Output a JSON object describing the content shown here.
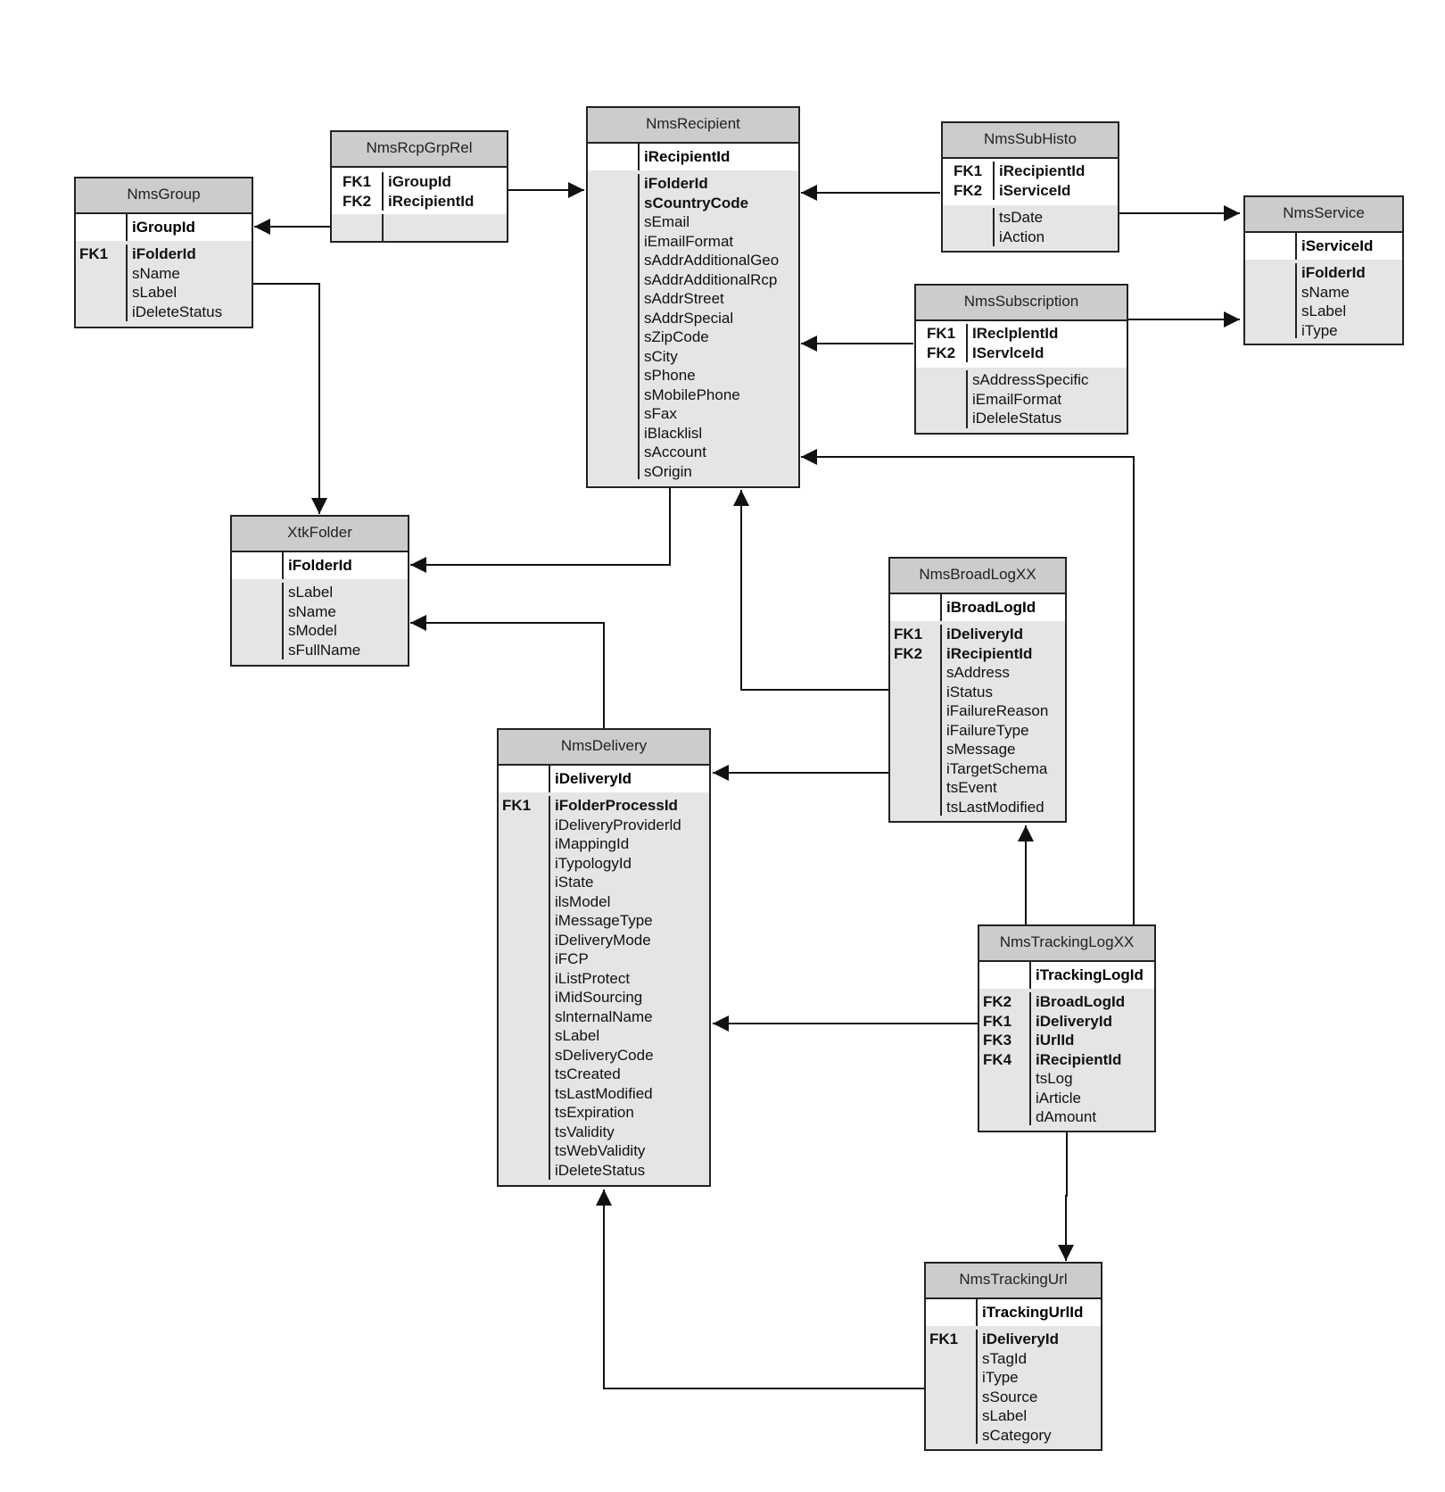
{
  "entities": [
    {
      "id": "NmsGroup",
      "title": "NmsGroup",
      "pk": "iGroupId",
      "keys": [
        "FK1"
      ],
      "fields": [
        {
          "t": "iFolderId",
          "b": true
        },
        {
          "t": "sName"
        },
        {
          "t": "sLabel"
        },
        {
          "t": "iDeleteStatus"
        }
      ]
    },
    {
      "id": "NmsRcpGrpRel",
      "title": "NmsRcpGrpRel",
      "pk": null,
      "keys": [
        "FK1",
        "FK2"
      ],
      "fields": [
        {
          "t": "iGroupId",
          "b": true
        },
        {
          "t": "iRecipientId",
          "b": true
        }
      ]
    },
    {
      "id": "NmsRecipient",
      "title": "NmsRecipient",
      "pk": "iRecipientId",
      "keys": [],
      "fields": [
        {
          "t": "iFolderId",
          "b": true
        },
        {
          "t": "sCountryCode",
          "b": true
        },
        {
          "t": "sEmail"
        },
        {
          "t": "iEmailFormat"
        },
        {
          "t": "sAddrAdditionalGeo"
        },
        {
          "t": "sAddrAdditionalRcp"
        },
        {
          "t": "sAddrStreet"
        },
        {
          "t": "sAddrSpecial"
        },
        {
          "t": "sZipCode"
        },
        {
          "t": "sCity"
        },
        {
          "t": "sPhone"
        },
        {
          "t": "sMobilePhone"
        },
        {
          "t": "sFax"
        },
        {
          "t": "iBlacklisl"
        },
        {
          "t": "sAccount"
        },
        {
          "t": "sOrigin"
        }
      ]
    },
    {
      "id": "NmsSubHisto",
      "title": "NmsSubHisto",
      "pk": null,
      "keys": [
        "FK1",
        "FK2"
      ],
      "fields": [
        {
          "t": "iRecipientId",
          "b": true
        },
        {
          "t": "iServiceId",
          "b": true
        }
      ],
      "fields2": [
        {
          "t": "tsDate"
        },
        {
          "t": "iAction"
        }
      ]
    },
    {
      "id": "NmsService",
      "title": "NmsService",
      "pk": "iServiceId",
      "keys": [],
      "fields": [
        {
          "t": "iFolderId",
          "b": true
        },
        {
          "t": "sName"
        },
        {
          "t": "sLabel"
        },
        {
          "t": "iType"
        }
      ]
    },
    {
      "id": "NmsSubscription",
      "title": "NmsSubscription",
      "pk": null,
      "keys": [
        "FK1",
        "FK2"
      ],
      "fields": [
        {
          "t": "IReclplentId",
          "b": true
        },
        {
          "t": "IServlceId",
          "b": true
        }
      ],
      "fields2": [
        {
          "t": "sAddressSpecific"
        },
        {
          "t": "iEmailFormat"
        },
        {
          "t": "iDeleleStatus"
        }
      ]
    },
    {
      "id": "XtkFolder",
      "title": "XtkFolder",
      "pk": "iFolderId",
      "keys": [],
      "fields": [
        {
          "t": "sLabel"
        },
        {
          "t": "sName"
        },
        {
          "t": "sModel"
        },
        {
          "t": "sFullName"
        }
      ]
    },
    {
      "id": "NmsBroadLogXX",
      "title": "NmsBroadLogXX",
      "pk": "iBroadLogId",
      "keys": [
        "FK1",
        "FK2"
      ],
      "fields": [
        {
          "t": "iDeliveryId",
          "b": true
        },
        {
          "t": "iRecipientId",
          "b": true
        },
        {
          "t": "sAddress"
        },
        {
          "t": "iStatus"
        },
        {
          "t": "iFailureReason"
        },
        {
          "t": "iFailureType"
        },
        {
          "t": "sMessage"
        },
        {
          "t": "iTargetSchema"
        },
        {
          "t": "tsEvent"
        },
        {
          "t": "tsLastModified"
        }
      ]
    },
    {
      "id": "NmsDelivery",
      "title": "NmsDelivery",
      "pk": "iDeliveryId",
      "keys": [
        "FK1"
      ],
      "fields": [
        {
          "t": "iFolderProcessId",
          "b": true
        },
        {
          "t": "iDeliveryProviderld"
        },
        {
          "t": "iMappingId"
        },
        {
          "t": "iTypologyId"
        },
        {
          "t": "iState"
        },
        {
          "t": "ilsModel"
        },
        {
          "t": "iMessageType"
        },
        {
          "t": "iDeliveryMode"
        },
        {
          "t": "iFCP"
        },
        {
          "t": "iListProtect"
        },
        {
          "t": "iMidSourcing"
        },
        {
          "t": "slnternalName"
        },
        {
          "t": "sLabel"
        },
        {
          "t": "sDeliveryCode"
        },
        {
          "t": "tsCreated"
        },
        {
          "t": "tsLastModified"
        },
        {
          "t": "tsExpiration"
        },
        {
          "t": "tsValidity"
        },
        {
          "t": "tsWebValidity"
        },
        {
          "t": "iDeleteStatus"
        }
      ]
    },
    {
      "id": "NmsTrackingLogXX",
      "title": "NmsTrackingLogXX",
      "pk": "iTrackingLogId",
      "keys": [
        "FK2",
        "FK1",
        "FK3",
        "FK4"
      ],
      "fields": [
        {
          "t": "iBroadLogId",
          "b": true
        },
        {
          "t": "iDeliveryId",
          "b": true
        },
        {
          "t": "iUrlId",
          "b": true
        },
        {
          "t": "iRecipientId",
          "b": true
        },
        {
          "t": "tsLog"
        },
        {
          "t": "iArticle"
        },
        {
          "t": "dAmount"
        }
      ]
    },
    {
      "id": "NmsTrackingUrl",
      "title": "NmsTrackingUrl",
      "pk": "iTrackingUrlId",
      "keys": [
        "FK1"
      ],
      "fields": [
        {
          "t": "iDeliveryId",
          "b": true
        },
        {
          "t": "sTagId"
        },
        {
          "t": "iType"
        },
        {
          "t": "sSource"
        },
        {
          "t": "sLabel"
        },
        {
          "t": "sCategory"
        }
      ]
    }
  ]
}
